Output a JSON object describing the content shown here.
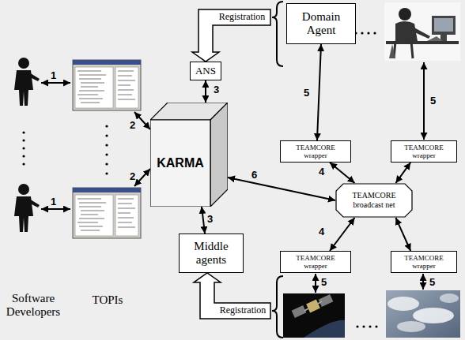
{
  "diagram": {
    "nodes": [
      {
        "text": [
          "Domain Agent"
        ]
      },
      {
        "text": [
          "ANS"
        ]
      },
      {
        "text": [
          "KARMA"
        ]
      },
      {
        "text": [
          "Middle agents"
        ]
      },
      {
        "text": [
          "TEAMCORE wrapper"
        ]
      },
      {
        "text": [
          "TEAMCORE wrapper"
        ]
      },
      {
        "text": [
          "TEAMCORE broadcast net"
        ]
      },
      {
        "text": [
          "TEAMCORE wrapper"
        ]
      },
      {
        "text": [
          "TEAMCORE wrapper"
        ]
      }
    ],
    "edges": [
      {
        "from": 2,
        "to": 1,
        "arrow": "both",
        "label": "3"
      },
      {
        "from": 2,
        "to": 3,
        "arrow": "both",
        "label": "3"
      },
      {
        "from": 2,
        "to": 6,
        "arrow": "both",
        "label": "6"
      },
      {
        "from": 0,
        "to": 4,
        "arrow": "both",
        "label": "5"
      },
      {
        "from": 4,
        "to": 6,
        "arrow": "both",
        "label": "4"
      },
      {
        "from": 5,
        "to": 6,
        "arrow": "both"
      },
      {
        "from": 7,
        "to": 6,
        "arrow": "both",
        "label": "4"
      },
      {
        "from": 8,
        "to": 6,
        "arrow": "both"
      }
    ],
    "labels": [
      "Registration",
      "1",
      "1",
      "2",
      "2",
      "5",
      "Software Developers",
      "TOPIs",
      "5",
      "5",
      "Registration"
    ]
  }
}
